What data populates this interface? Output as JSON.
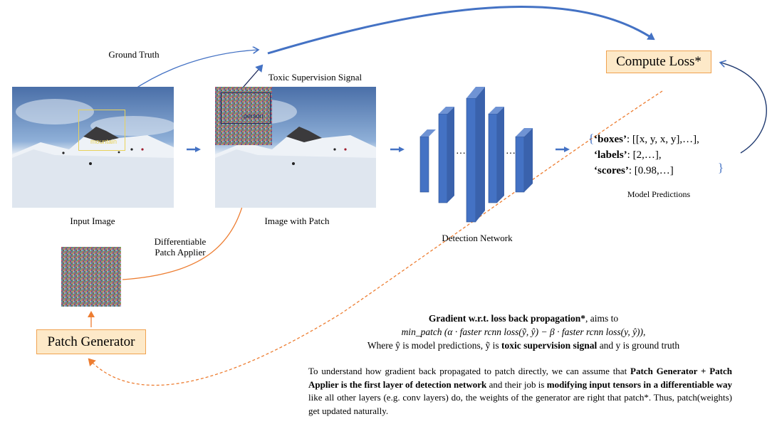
{
  "labels": {
    "ground_truth": "Ground Truth",
    "toxic_signal": "Toxic Supervision Signal",
    "compute_loss": "Compute Loss*",
    "input_image": "Input Image",
    "image_with_patch": "Image with Patch",
    "detection_network": "Detection Network",
    "model_predictions": "Model Predictions",
    "patch_applier_line1": "Differentiable",
    "patch_applier_line2": "Patch Applier",
    "patch_generator": "Patch Generator",
    "mountain_tag": "mountain",
    "person_tag": "person",
    "ellipsis": "…"
  },
  "predictions": {
    "open_brace": "{",
    "close_brace": "}",
    "boxes_key": "‘boxes’",
    "boxes_val": ": [[x, y, x, y],…],",
    "labels_key": "‘labels’",
    "labels_val": ": [2,…],",
    "scores_key": "‘scores’",
    "scores_val": ": [0.98,…]"
  },
  "gradient": {
    "title_bold": "Gradient w.r.t. loss back propagation*",
    "title_rest": ", aims to",
    "formula": "min_patch (α · faster rcnn loss(ỹ, ŷ) − β · faster rcnn loss(y, ŷ)),",
    "where_1": "Where ŷ is model predictions, ỹ is ",
    "where_bold": "toxic supervision signal",
    "where_2": " and y is ground truth"
  },
  "explanation": {
    "p1": "To understand how gradient back propagated to patch directly, we can assume that ",
    "b1": "Patch Generator + Patch Applier is the first layer of detection network",
    "p2": " and their job is ",
    "b2": "modifying input tensors in a differentiable way",
    "p3": " like all other layers (e.g. conv layers) do, the weights of the generator are right that patch*. Thus, patch(weights) get updated naturally."
  },
  "colors": {
    "blue_arrow": "#4472c4",
    "orange_arrow": "#ed7d31",
    "layer_blue": "#4472c4",
    "box_fill": "#fde9c8",
    "box_border": "#f0a250",
    "gt_box": "#e8d25a",
    "toxic_box": "#1f2a5a"
  },
  "icons": [
    "arrow-right-icon",
    "arrow-up-icon",
    "curved-arrow-icon"
  ]
}
